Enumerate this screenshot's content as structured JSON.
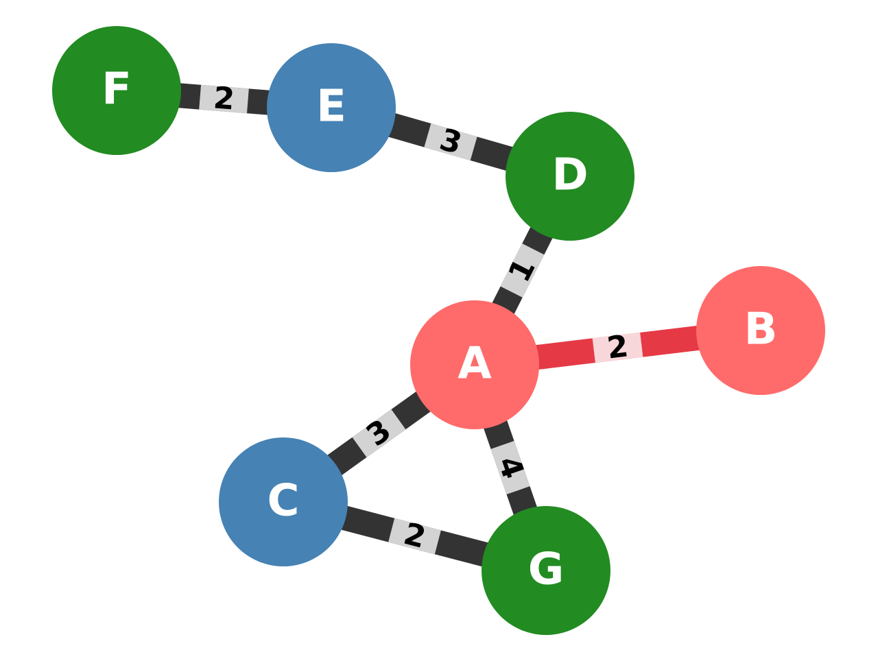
{
  "nodes": [
    {
      "id": "A",
      "label": "A",
      "color": "#ff6b6b"
    },
    {
      "id": "B",
      "label": "B",
      "color": "#ff6b6b"
    },
    {
      "id": "C",
      "label": "C",
      "color": "#4682b4"
    },
    {
      "id": "D",
      "label": "D",
      "color": "#228b22"
    },
    {
      "id": "E",
      "label": "E",
      "color": "#4682b4"
    },
    {
      "id": "F",
      "label": "F",
      "color": "#228b22"
    },
    {
      "id": "G",
      "label": "G",
      "color": "#228b22"
    }
  ],
  "edges": [
    {
      "source": "F",
      "target": "E",
      "weight": "2",
      "color": "#333333",
      "label_bg": "#d3d3d3",
      "highlighted": false
    },
    {
      "source": "E",
      "target": "D",
      "weight": "3",
      "color": "#333333",
      "label_bg": "#d3d3d3",
      "highlighted": false
    },
    {
      "source": "D",
      "target": "A",
      "weight": "1",
      "color": "#333333",
      "label_bg": "#d3d3d3",
      "highlighted": false
    },
    {
      "source": "A",
      "target": "B",
      "weight": "2",
      "color": "#e63946",
      "label_bg": "#f8d7da",
      "highlighted": true
    },
    {
      "source": "A",
      "target": "C",
      "weight": "3",
      "color": "#333333",
      "label_bg": "#d3d3d3",
      "highlighted": false
    },
    {
      "source": "A",
      "target": "G",
      "weight": "4",
      "color": "#333333",
      "label_bg": "#d3d3d3",
      "highlighted": false
    },
    {
      "source": "C",
      "target": "G",
      "weight": "2",
      "color": "#333333",
      "label_bg": "#d3d3d3",
      "highlighted": false
    }
  ]
}
